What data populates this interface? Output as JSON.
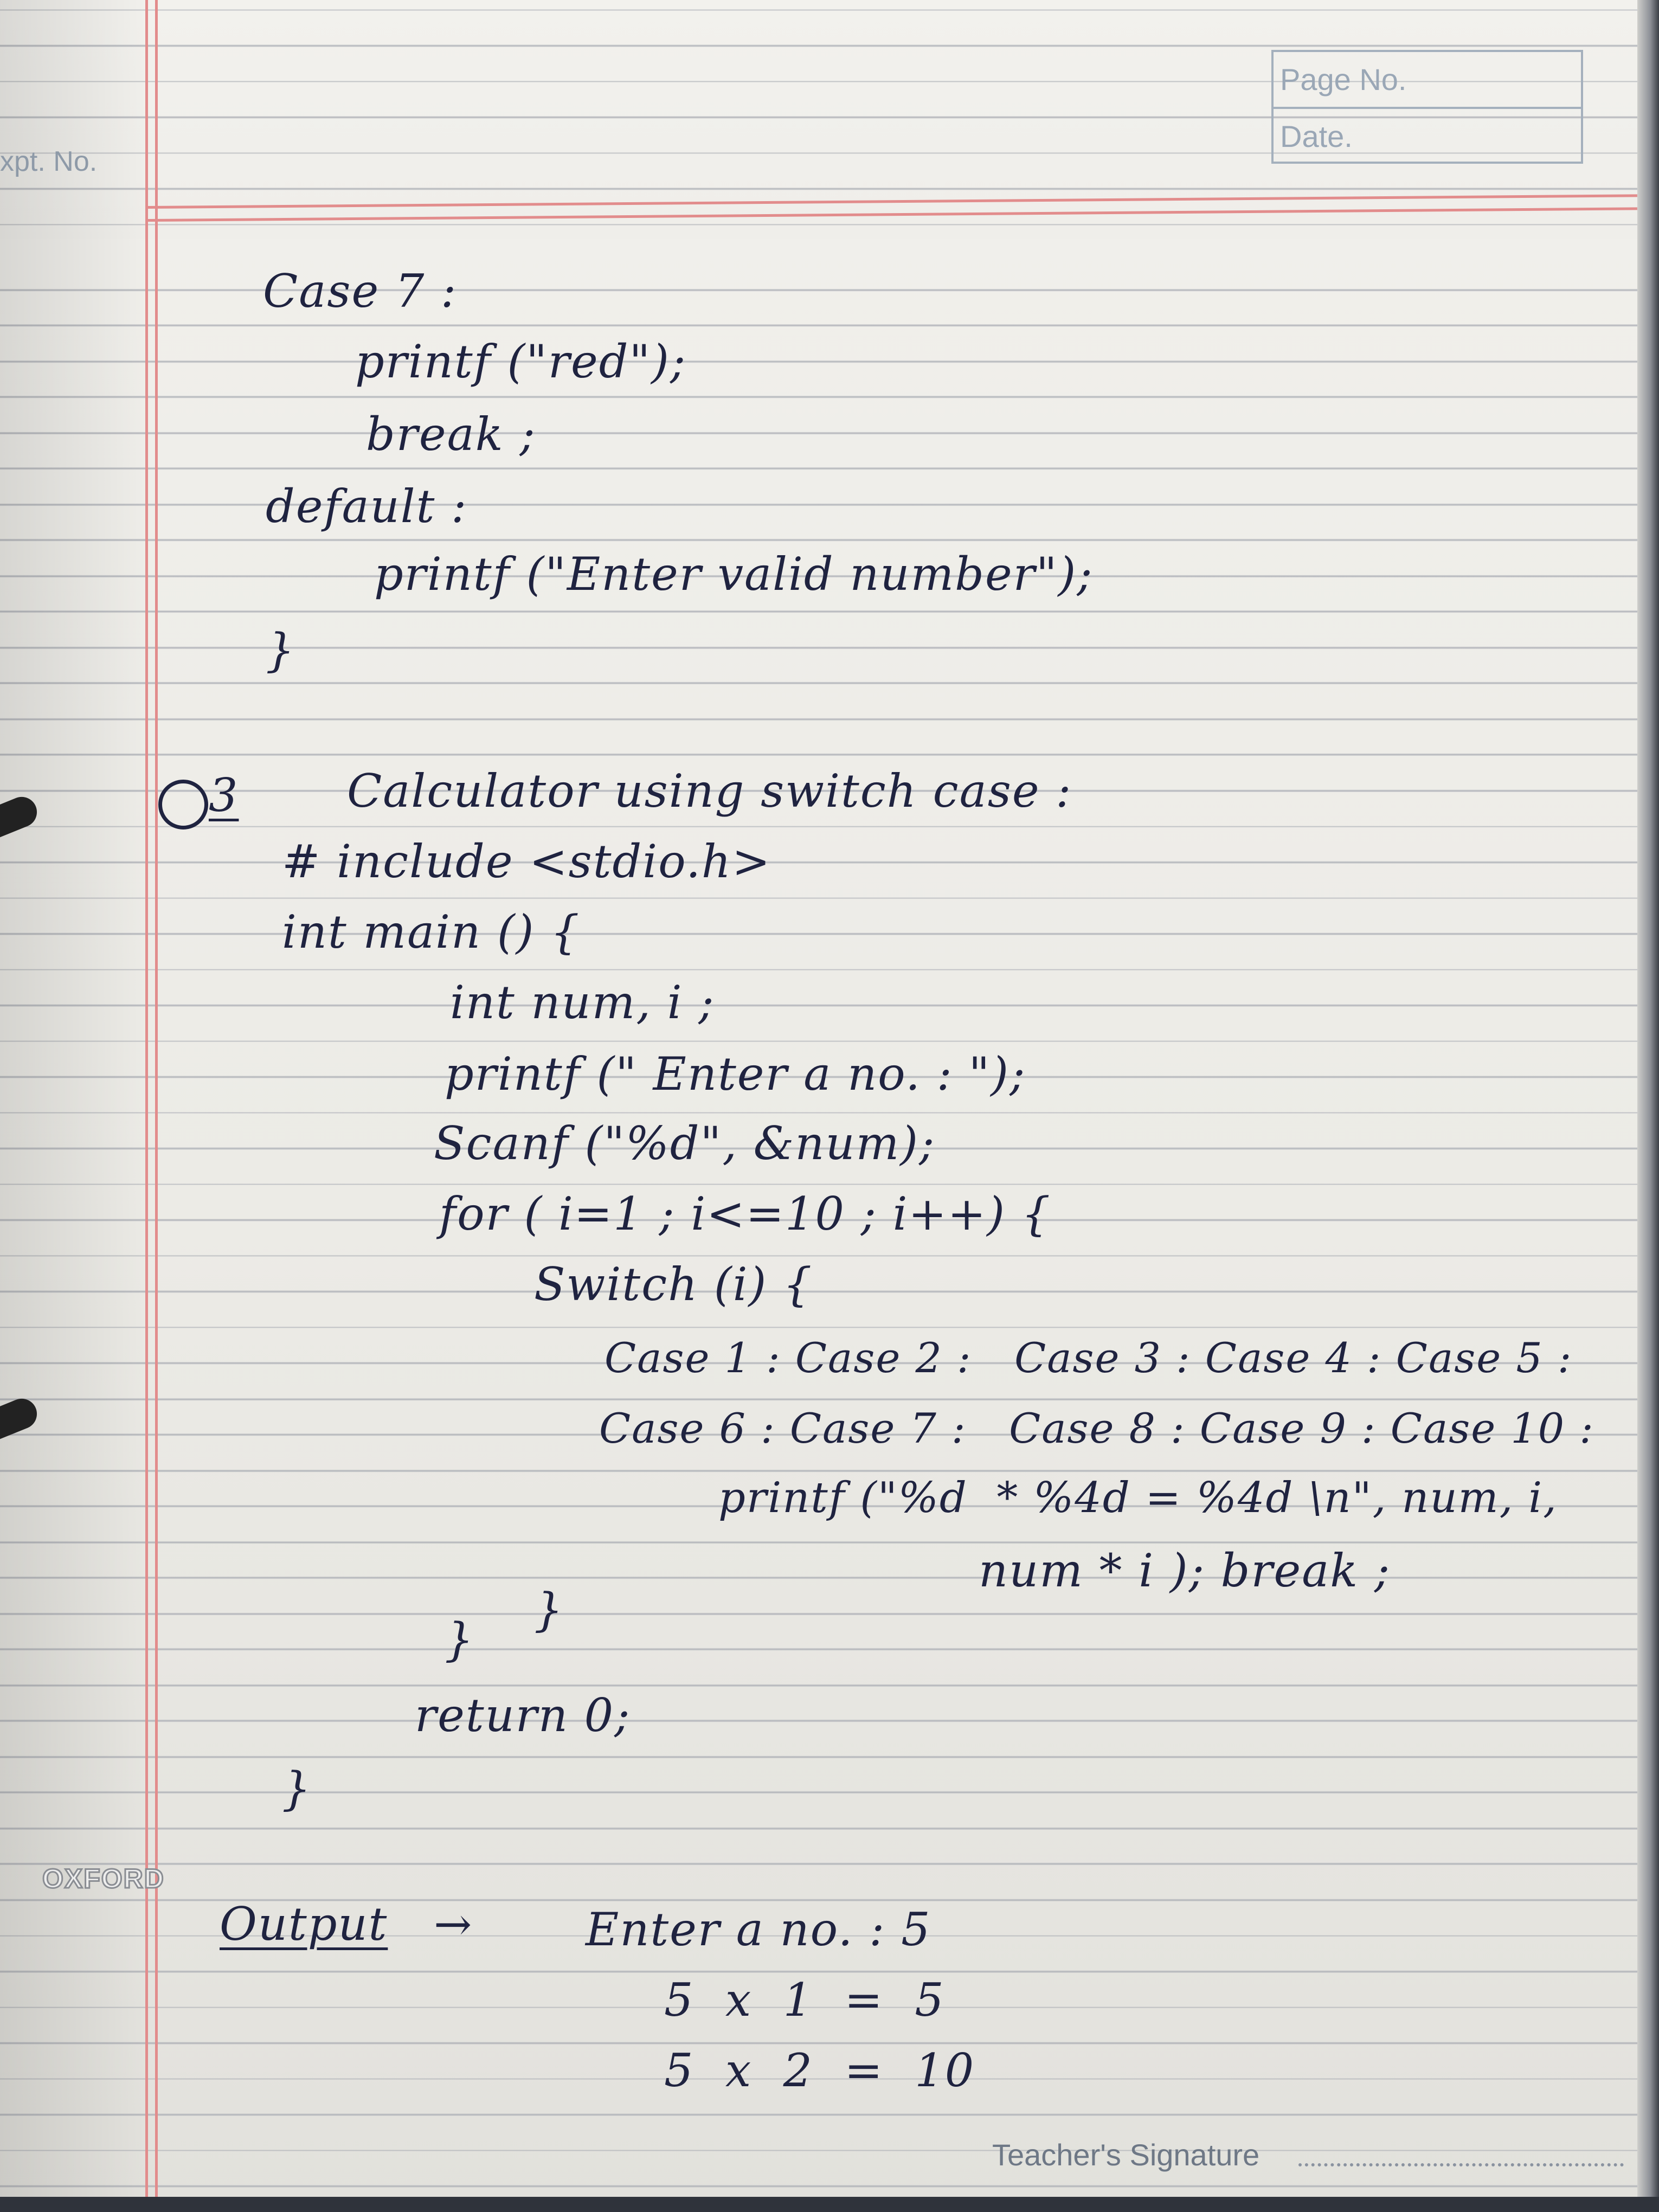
{
  "header": {
    "expt_label": "xpt. No.",
    "page_no_label": "Page No.",
    "date_label": "Date."
  },
  "content": {
    "l1": "Case 7 :",
    "l2": "printf (\"red\");",
    "l3": "break ;",
    "l4": "default :",
    "l5": "printf (\"Enter valid number\");",
    "l6": "}",
    "q_number": "3",
    "q_title": "Calculator using switch case :",
    "c1": "# include <stdio.h>",
    "c2": "int main () {",
    "c3": "int num, i ;",
    "c4": "printf (\" Enter a no. : \");",
    "c5": "Scanf (\"%d\", &num);",
    "c6": "for ( i=1 ; i<=10 ; i++) {",
    "c7": "Switch (i) {",
    "c8": "Case 1 : Case 2 :   Case 3 : Case 4 : Case 5 :",
    "c9": "Case 6 : Case 7 :   Case 8 : Case 9 : Case 10 :",
    "c10": "printf (\"%d  * %4d = %4d \\n\", num, i,",
    "c11": "num * i ); break ;",
    "c12": "}",
    "c13": "}",
    "c14": "return 0;",
    "c15": "}"
  },
  "output": {
    "label": "Output",
    "arrow": "→",
    "o1": "Enter a no. : 5",
    "o2": "5  x  1  =  5",
    "o3": "5  x  2  =  10"
  },
  "footer": {
    "brand": "OXFORD",
    "signature_label": "Teacher's Signature"
  }
}
